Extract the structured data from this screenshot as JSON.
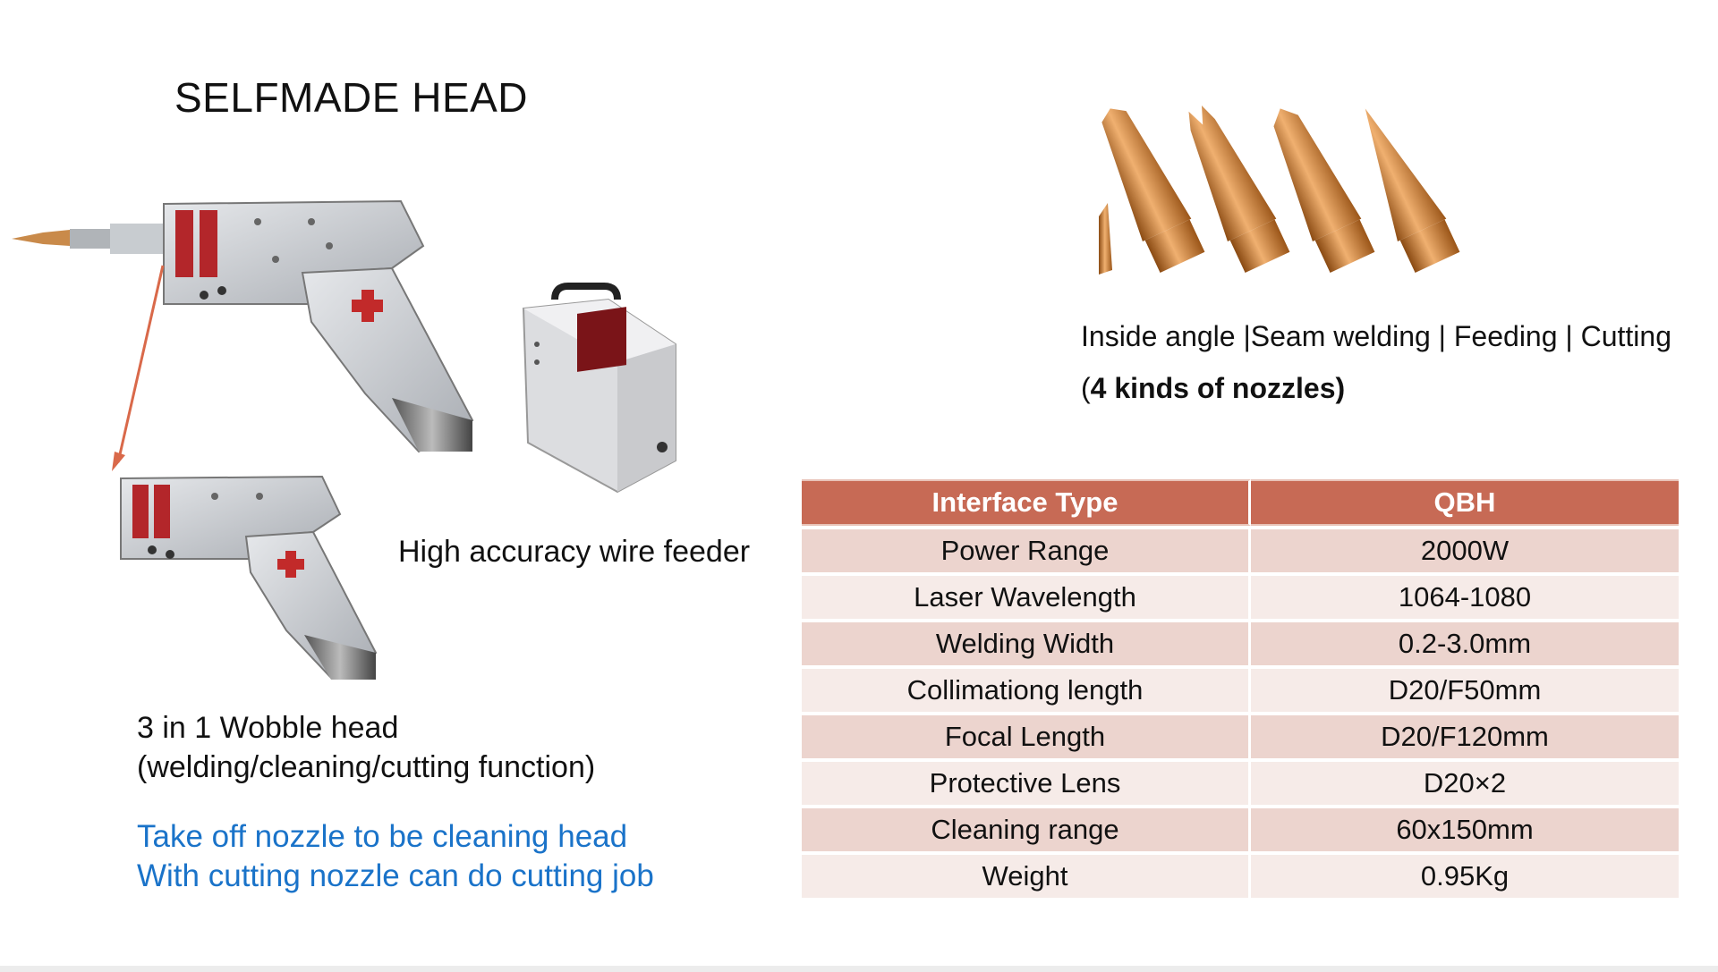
{
  "page": {
    "title": "SELFMADE HEAD"
  },
  "wire_feeder": {
    "caption": "High accuracy wire feeder"
  },
  "nozzles": {
    "types_line": "Inside angle |Seam welding | Feeding | Cutting",
    "count_open": "(",
    "count_bold": "4 kinds of nozzles)"
  },
  "wobble_head": {
    "caption_line1": "3 in 1 Wobble head",
    "caption_line2": "(welding/cleaning/cutting function)"
  },
  "note": {
    "line1": "Take off nozzle to be cleaning head",
    "line2": "With cutting nozzle can do cutting job"
  },
  "spec_table": {
    "header": [
      "Interface Type",
      "QBH"
    ],
    "rows": [
      [
        "Power Range",
        "2000W"
      ],
      [
        "Laser Wavelength",
        "1064-1080"
      ],
      [
        "Welding Width",
        "0.2-3.0mm"
      ],
      [
        "Collimationg length",
        "D20/F50mm"
      ],
      [
        "Focal Length",
        "D20/F120mm"
      ],
      [
        "Protective Lens",
        "D20×2"
      ],
      [
        "Cleaning range",
        "60x150mm"
      ],
      [
        "Weight",
        "0.95Kg"
      ]
    ]
  },
  "colors": {
    "table_header": "#c76a55",
    "row_dark": "#ecd4ce",
    "row_light": "#f6ebe8",
    "note_blue": "#1a73c9",
    "arrow": "#d9694a",
    "nozzle_copper": "#d98a3a"
  }
}
